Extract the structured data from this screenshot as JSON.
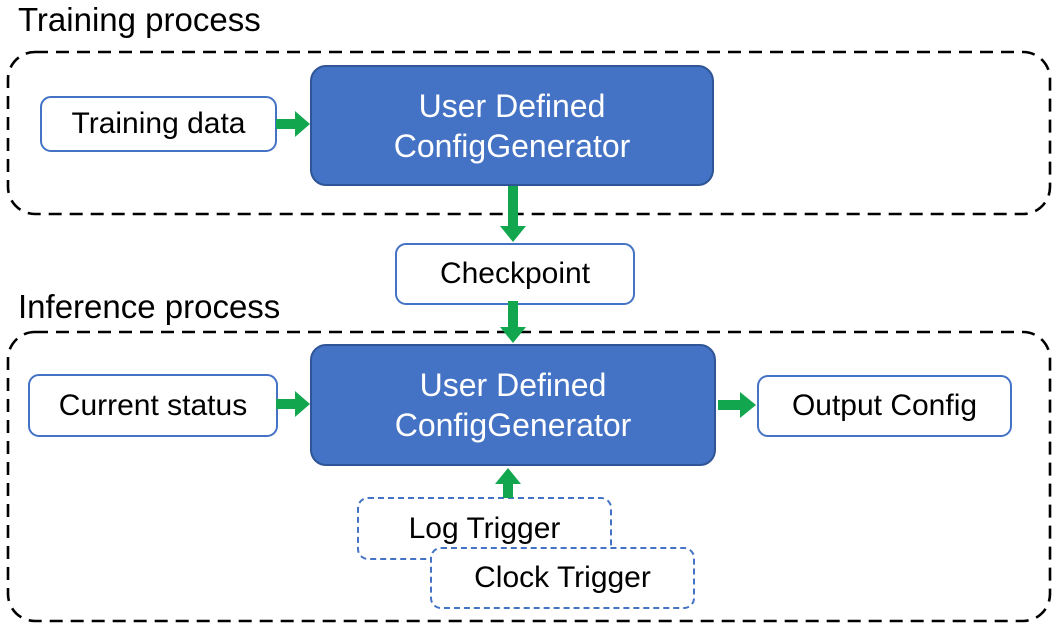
{
  "colors": {
    "box_fill": "#4472C4",
    "box_edge": "#2F5597",
    "outline_blue": "#4472C4",
    "arrow_green": "#12A74F",
    "dash_black": "#000000",
    "text_black": "#000000"
  },
  "training": {
    "section_label": "Training process",
    "data_box_label": "Training data",
    "generator_label_line1": "User Defined",
    "generator_label_line2": "ConfigGenerator"
  },
  "checkpoint_label": "Checkpoint",
  "inference": {
    "section_label": "Inference process",
    "status_box_label": "Current status",
    "generator_label_line1": "User Defined",
    "generator_label_line2": "ConfigGenerator",
    "output_box_label": "Output Config",
    "log_trigger_label": "Log Trigger",
    "clock_trigger_label": "Clock Trigger"
  }
}
